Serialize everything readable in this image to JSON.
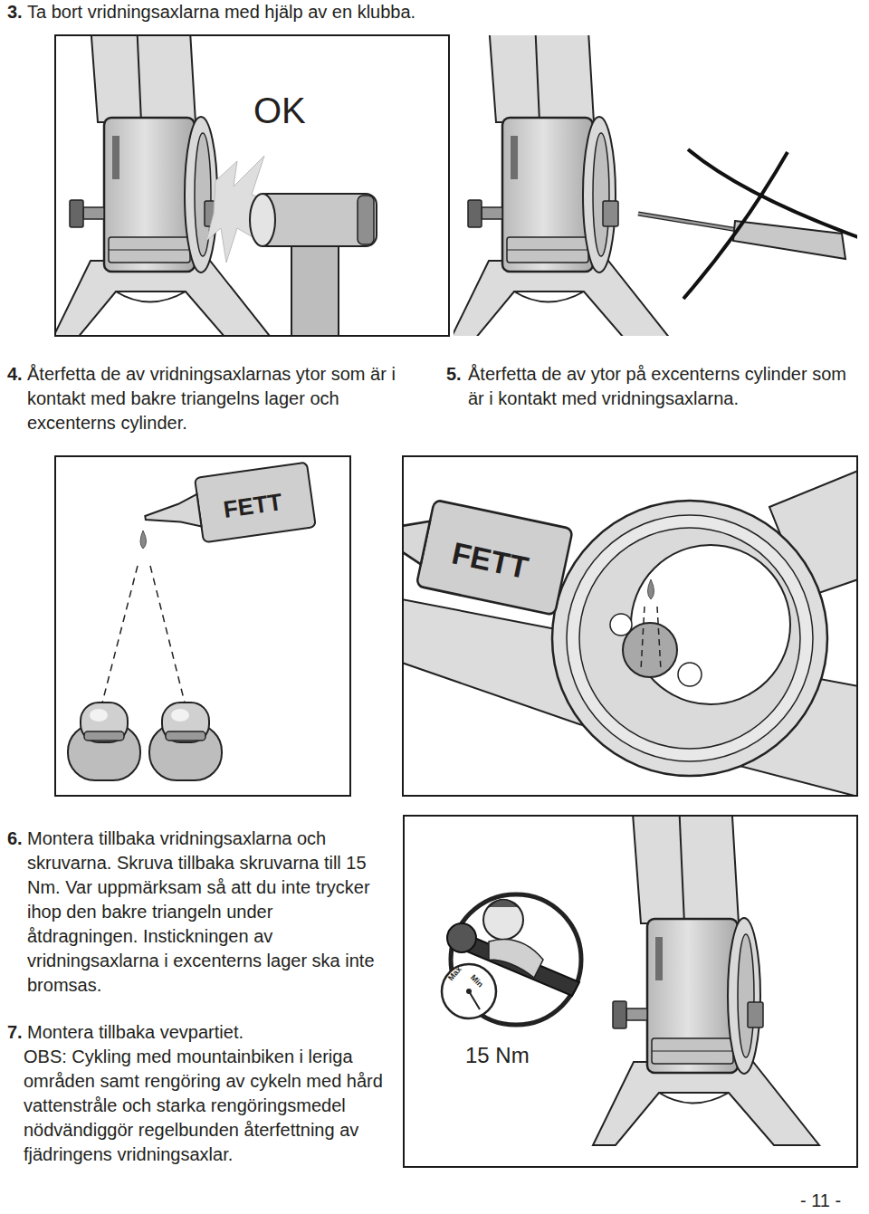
{
  "diagram": {
    "nodes": [
      {
        "text": [
          "OK"
        ]
      },
      {
        "text": [
          "FETT"
        ]
      },
      {
        "text": [
          "FETT"
        ]
      },
      {
        "text": [
          "Max",
          "Min",
          "15 Nm"
        ]
      }
    ],
    "labels": [
      "3.",
      "Ta bort vridningsaxlarna med hjälp av en klubba.",
      "4.",
      "Återfetta de av vridningsaxlarnas ytor som är i kontakt med bakre triangelns lager och excenterns cylinder.",
      "5.",
      "Återfetta de av ytor på excenterns cylinder som är i kontakt med vridningsaxlarna.",
      "6.",
      "Montera tillbaka vridningsaxlarna och skruvarna. Skruva tillbaka skruvarna till 15 Nm. Var uppmärksam så att du inte trycker ihop den bakre triangeln under åtdragningen. Instickningen av vridningsaxlarna i excenterns lager ska inte bromsas.",
      "7.",
      "Montera tillbaka vevpartiet.",
      "OBS: Cykling med mountainbiken i leriga områden samt rengöring av cykeln med hård vattenstråle och starka rengöringsmedel nödvändiggör regelbunden återfettning av fjädringens vridningsaxlar.",
      "- 11 -"
    ]
  }
}
